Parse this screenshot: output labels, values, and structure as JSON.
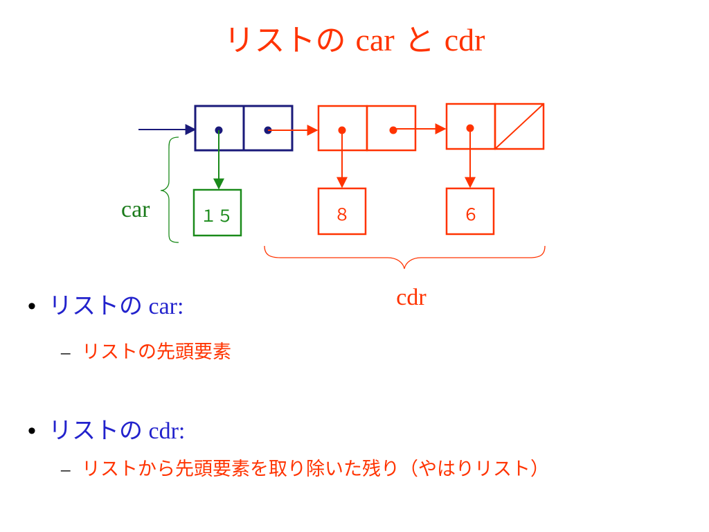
{
  "colors": {
    "title": "#ff3300",
    "navy": "#1a1a7a",
    "orange": "#ff3300",
    "green": "#1a8a1a",
    "blue": "#2222cc",
    "label_green": "#1a7a1a"
  },
  "title": {
    "part1": "リストの",
    "part2": "car",
    "part3": "と",
    "part4": "cdr"
  },
  "diagram": {
    "cells": [
      {
        "id": "cell-1",
        "color": "navy",
        "car": "pointer",
        "cdr": "pointer"
      },
      {
        "id": "cell-2",
        "color": "orange",
        "car": "pointer",
        "cdr": "pointer"
      },
      {
        "id": "cell-3",
        "color": "orange",
        "car": "pointer",
        "cdr": "nil"
      }
    ],
    "values": [
      {
        "text": "１５",
        "color": "green"
      },
      {
        "text": "８",
        "color": "orange"
      },
      {
        "text": "６",
        "color": "orange"
      }
    ],
    "car_label": "car",
    "cdr_label": "cdr"
  },
  "bullets": [
    {
      "prefix": "リストの",
      "term": "car:",
      "sub": "リストの先頭要素"
    },
    {
      "prefix": "リストの",
      "term": "cdr:",
      "sub": "リストから先頭要素を取り除いた残り（やはりリスト）"
    }
  ]
}
